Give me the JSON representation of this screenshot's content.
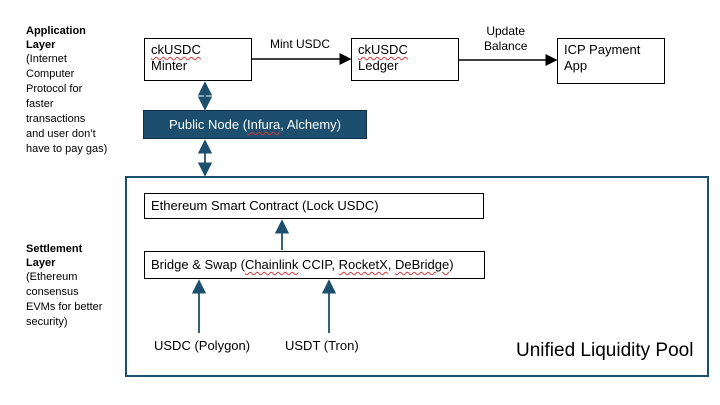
{
  "layers": {
    "application": {
      "title_line1": "Application",
      "title_line2": "Layer",
      "desc": [
        "(Internet",
        "Computer",
        "Protocol for",
        "faster",
        "transactions",
        "and user don’t",
        "have to pay gas)"
      ]
    },
    "settlement": {
      "title_line1": "Settlement",
      "title_line2": "Layer",
      "desc": [
        "(Ethereum",
        "consensus",
        "EVMs for better",
        "security)"
      ]
    }
  },
  "nodes": {
    "minter": {
      "line1": "ckUSDC",
      "line2": "Minter"
    },
    "ledger": {
      "line1": "ckUSDC",
      "line2": "Ledger"
    },
    "payment_app": {
      "line1": "ICP Payment",
      "line2": "App"
    },
    "public_node": {
      "prefix": "Public Node (",
      "infura": "Infura",
      "sep": ", Alchemy)"
    },
    "eth_contract": {
      "text": "Ethereum Smart Contract (Lock USDC)"
    },
    "bridge": {
      "prefix": "Bridge & Swap  (",
      "chainlink": "Chainlink",
      "mid1": " CCIP, ",
      "rocketx": "RocketX",
      "mid2": ", ",
      "debridge": "DeBridge",
      "suffix": ")"
    },
    "usdc_polygon": {
      "text": "USDC (Polygon)"
    },
    "usdt_tron": {
      "text": "USDT (Tron)"
    }
  },
  "edge_labels": {
    "mint_usdc": "Mint USDC",
    "update_balance_line1": "Update",
    "update_balance_line2": "Balance"
  },
  "pool": {
    "label": "Unified Liquidity Pool"
  },
  "colors": {
    "accent": "#1c4f6e",
    "squiggle": "#d23b3b"
  }
}
